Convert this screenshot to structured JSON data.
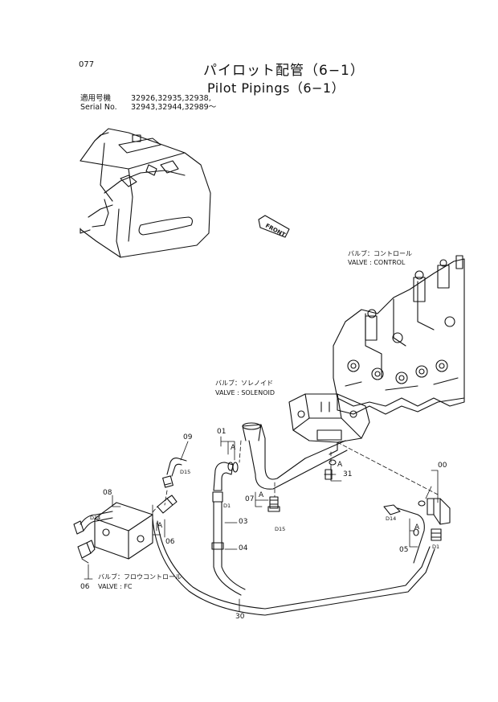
{
  "page_number": "077",
  "title_jp": "パイロット配管（6−1）",
  "title_en": "Pilot Pipings（6−1）",
  "applicable": {
    "label_jp": "適用号機",
    "values_1": "32926,32935,32938,",
    "label_en": "Serial No.",
    "values_2": "32943,32944,32989〜"
  },
  "front_label": "FRONT",
  "valves": {
    "control_jp": "バルブ：コントロール",
    "control_en": "VALVE : CONTROL",
    "solenoid_jp": "バルブ：ソレノイド",
    "solenoid_en": "VALVE : SOLENOID",
    "fc_jp": "バルブ：フロウコントロール",
    "fc_en": "VALVE : FC"
  },
  "callouts": {
    "c09": "09",
    "c01": "01",
    "c08": "08",
    "c06a": "06",
    "c06b": "06",
    "c03": "03",
    "c04": "04",
    "c07": "07",
    "c31": "31",
    "c00": "00",
    "c05": "05",
    "c30": "30",
    "a1": "A",
    "a2": "A",
    "a3": "A",
    "a4": "A",
    "a5": "A"
  },
  "diameters": {
    "d15a": "D15",
    "d14a": "D14",
    "d1a": "D1",
    "d15b": "D15",
    "d14b": "D14",
    "d1b": "D1"
  }
}
